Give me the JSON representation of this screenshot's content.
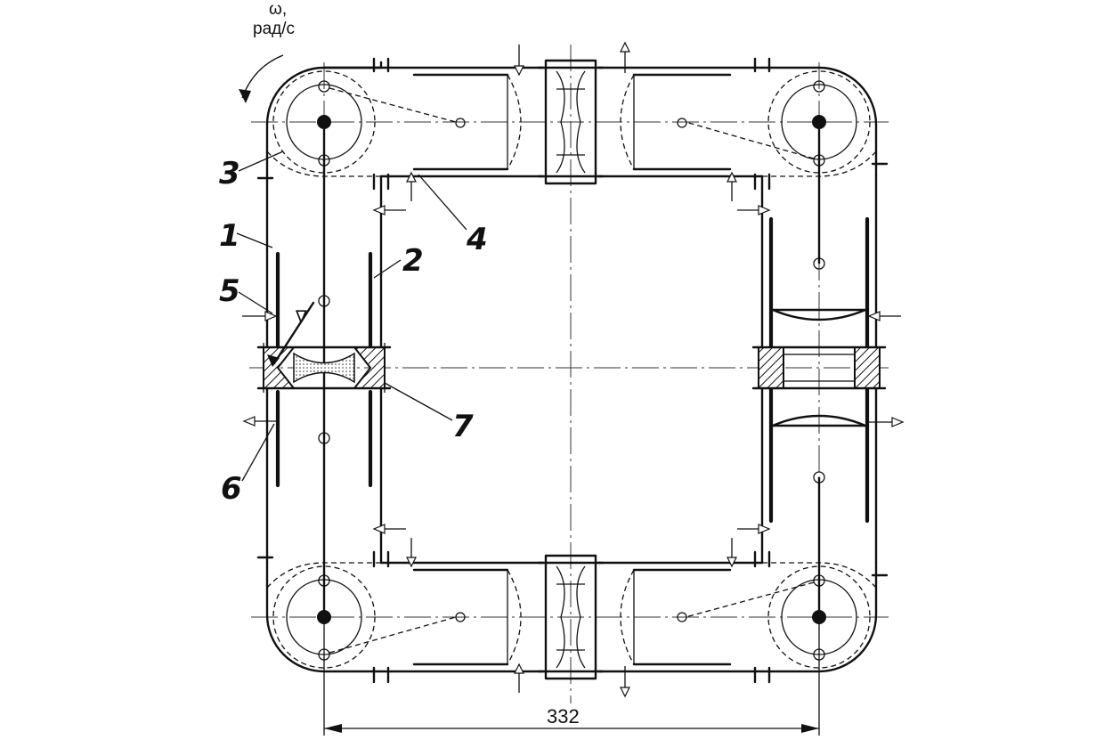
{
  "rotation": {
    "symbol": "ω,",
    "unit": "рад/с"
  },
  "callouts": [
    "1",
    "2",
    "3",
    "4",
    "5",
    "6",
    "7"
  ],
  "dimension": {
    "value": "332"
  },
  "marker": "∇"
}
